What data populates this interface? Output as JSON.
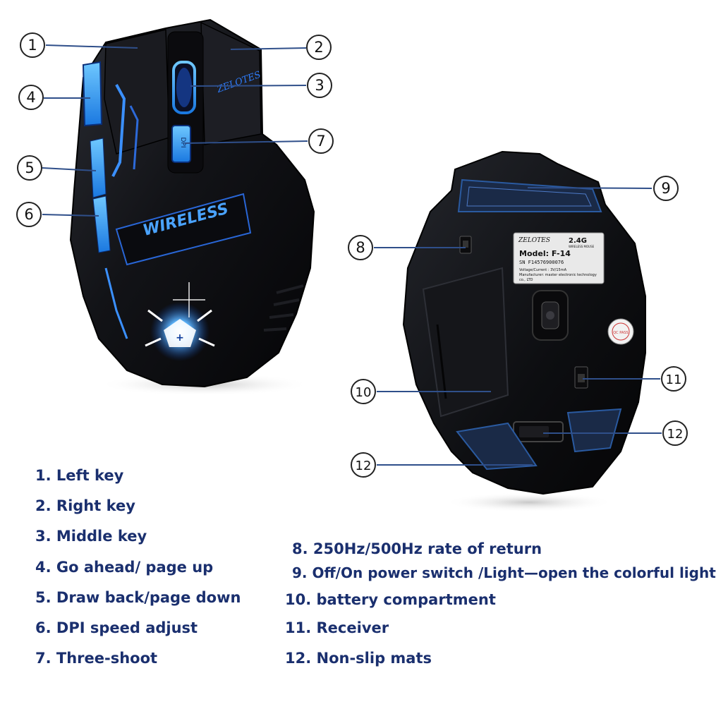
{
  "callouts": [
    {
      "id": "1"
    },
    {
      "id": "2"
    },
    {
      "id": "3"
    },
    {
      "id": "4"
    },
    {
      "id": "5"
    },
    {
      "id": "6"
    },
    {
      "id": "7"
    },
    {
      "id": "8"
    },
    {
      "id": "9"
    },
    {
      "id": "10"
    },
    {
      "id": "11"
    },
    {
      "id": "12"
    },
    {
      "id": "12"
    }
  ],
  "mouse_top": {
    "wheel_text": "Zeloтes",
    "brand_text": "ZELOTES",
    "wireless_text": "WIRELESS",
    "dpi_label": "DPI",
    "cross_glyph": "+"
  },
  "mouse_bottom": {
    "label_brand": "ZELOTES",
    "label_band": "2.4G",
    "label_band_sub": "WIRELESS MOUSE",
    "label_model": "Model: F-14",
    "label_sn": "SN  F14576900076",
    "label_voltage": "Voltage/Current : 3V/15mA",
    "label_manufacturer": "Manufacturer: master electronic technology",
    "label_co": "co., LTD",
    "sticker_text": "QC PASS"
  },
  "legend": {
    "left": [
      "1. Left key",
      "2. Right key",
      "3. Middle key",
      "4. Go ahead/ page up",
      "5. Draw back/page down",
      "6. DPI speed adjust",
      "7. Three-shoot"
    ],
    "right": [
      "8. 250Hz/500Hz rate of return",
      "9. Off/On power switch /Light—open the colorful light",
      "10.  battery compartment",
      "11.  Receiver",
      "12.  Non-slip mats"
    ]
  },
  "colors": {
    "accent_blue": "#2d7dff",
    "glow_blue": "#48a8ff",
    "legend_text": "#1a2f6e",
    "callout_line": "#2f4f8a",
    "mouse_body": "#111217"
  }
}
